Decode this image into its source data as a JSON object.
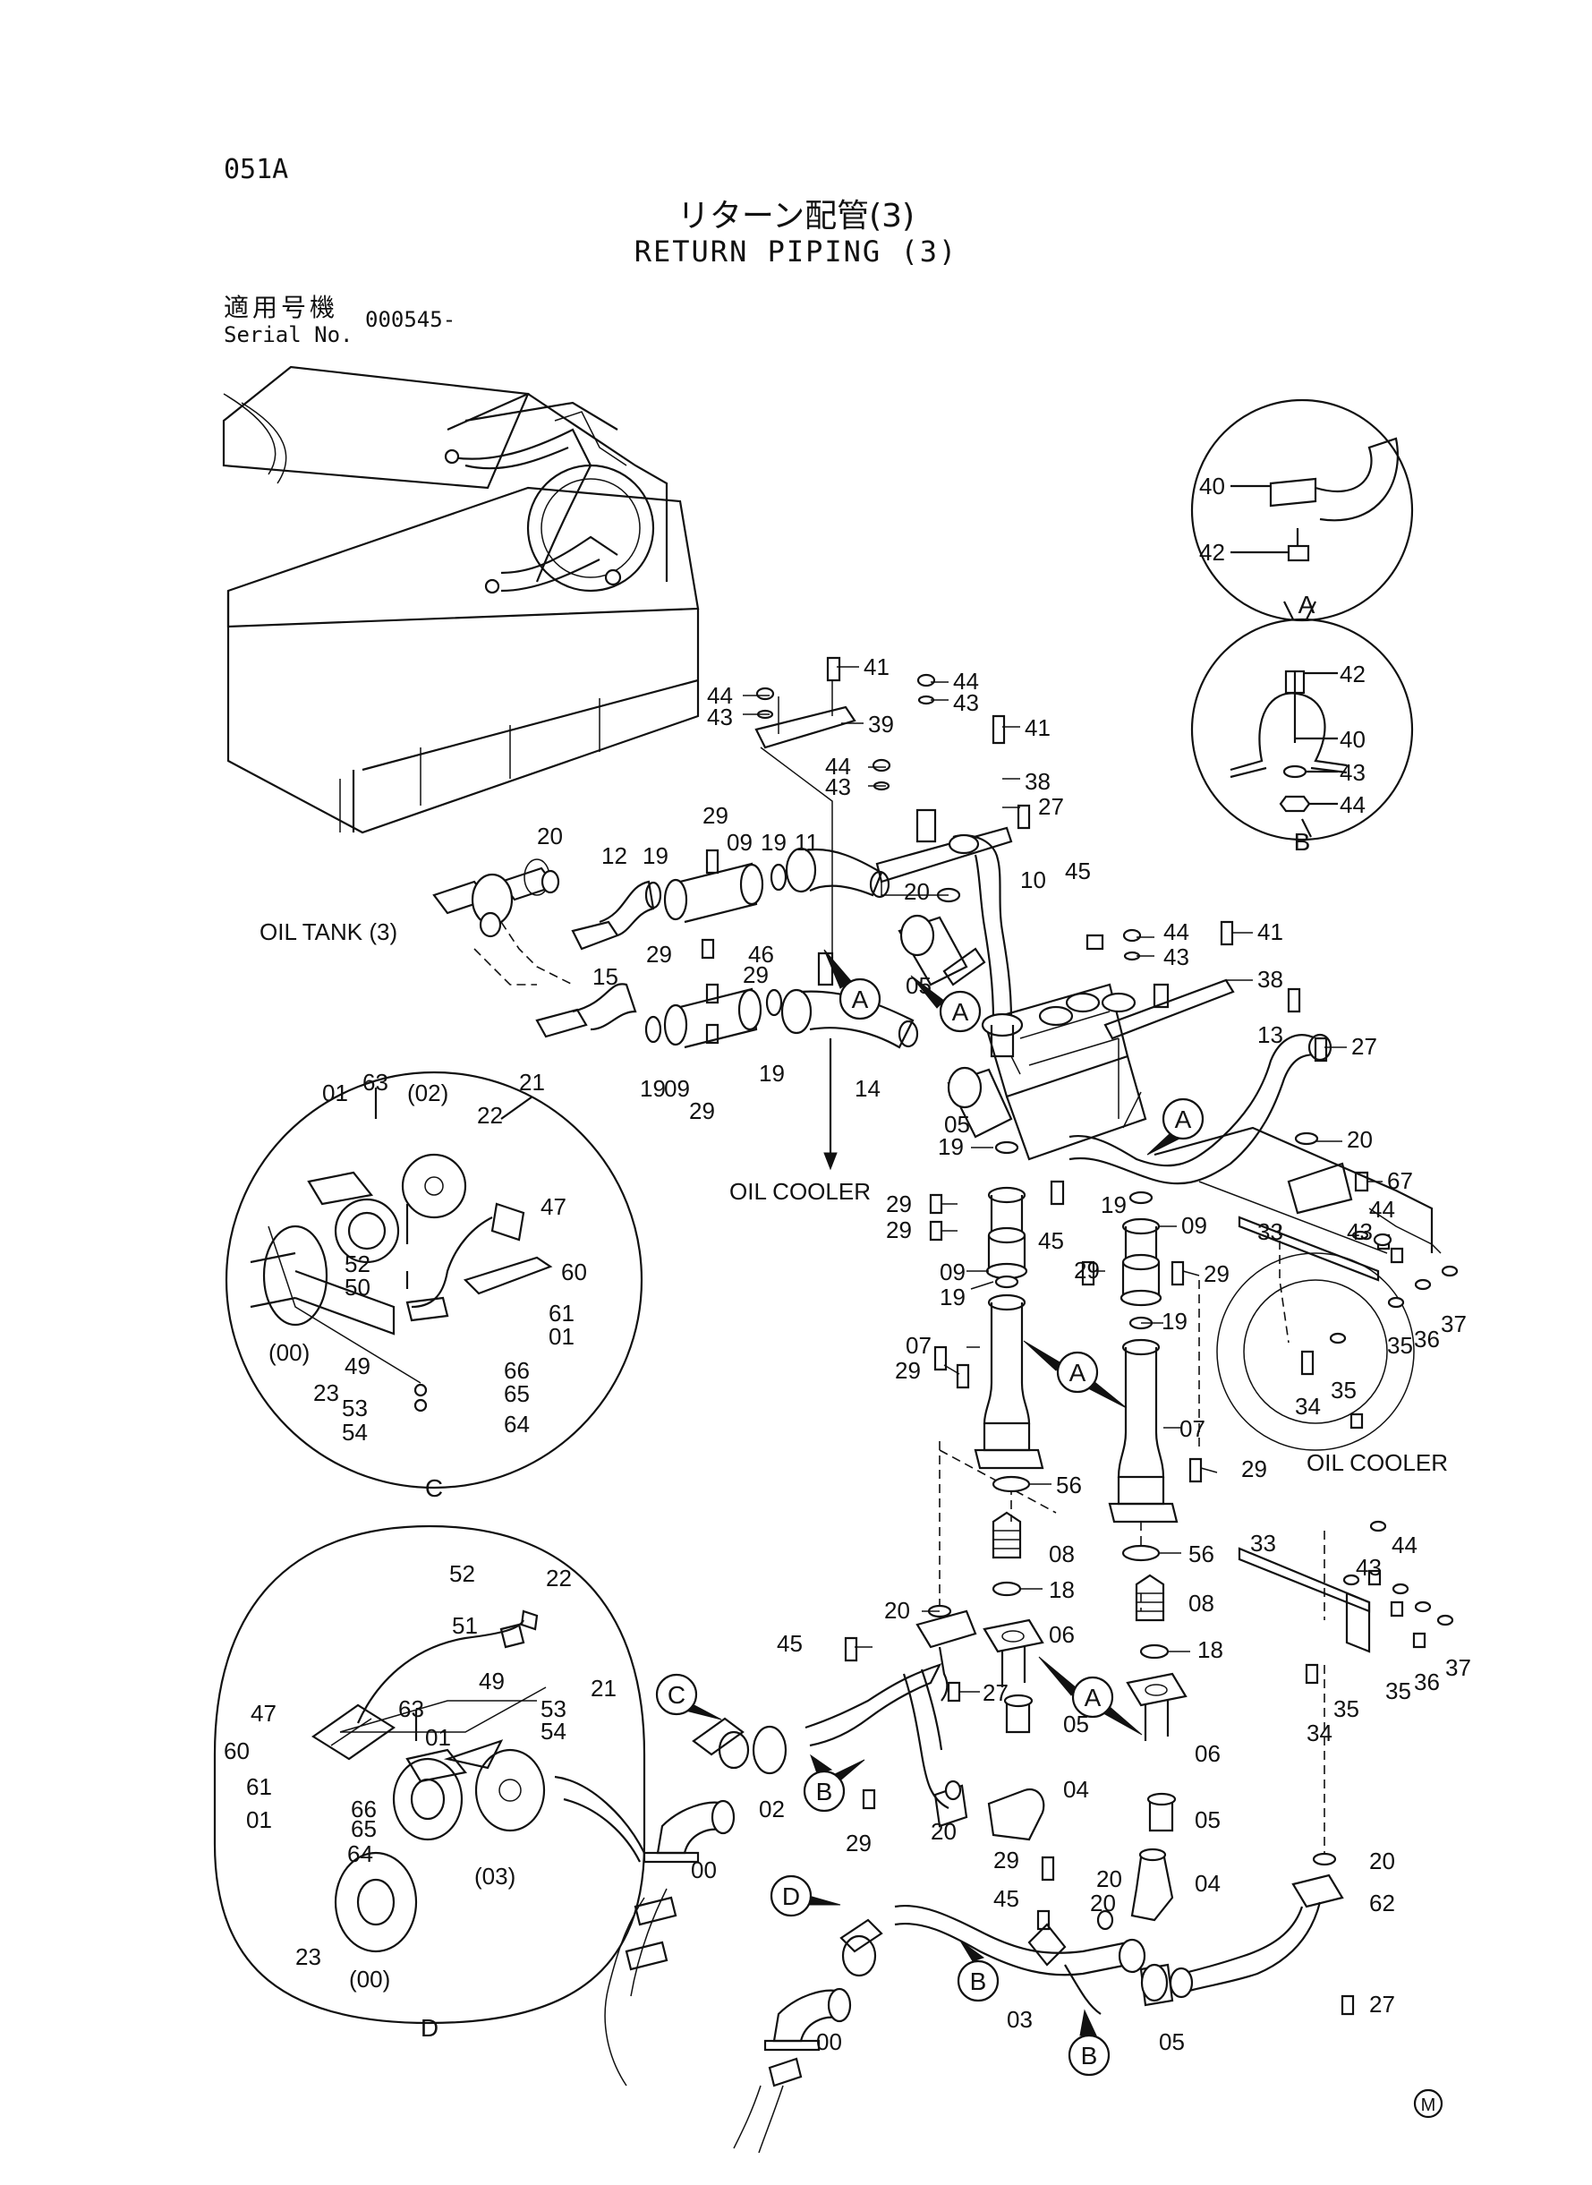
{
  "header": {
    "page_code": "051A",
    "title_jp": "リターン配管(3)",
    "title_en": "RETURN PIPING (3)",
    "serial_label_jp": "適用号機",
    "serial_label_en": "Serial No.",
    "serial_value": "000545-"
  },
  "annotations": {
    "oil_tank": "OIL TANK (3)",
    "oil_cooler_1": "OIL COOLER",
    "oil_cooler_2": "OIL COOLER",
    "mark": "M"
  },
  "detail_views": {
    "a": "A",
    "b": "B",
    "c": "C",
    "d": "D"
  },
  "callouts": [
    {
      "id": "A",
      "label": "A"
    },
    {
      "id": "A",
      "label": "A"
    },
    {
      "id": "A",
      "label": "A"
    },
    {
      "id": "A",
      "label": "A"
    },
    {
      "id": "A",
      "label": "A"
    },
    {
      "id": "B",
      "label": "B"
    },
    {
      "id": "B",
      "label": "B"
    },
    {
      "id": "B",
      "label": "B"
    },
    {
      "id": "C",
      "label": "C"
    },
    {
      "id": "D",
      "label": "D"
    }
  ],
  "part_labels": {
    "detail_a": [
      "40",
      "42"
    ],
    "detail_b": [
      "42",
      "40",
      "43",
      "44"
    ],
    "detail_c": [
      "01",
      "63",
      "(02)",
      "22",
      "21",
      "47",
      "52",
      "60",
      "50",
      "61",
      "01",
      "(00)",
      "49",
      "66",
      "65",
      "23",
      "53",
      "54",
      "64"
    ],
    "detail_d": [
      "52",
      "22",
      "51",
      "21",
      "49",
      "53",
      "54",
      "47",
      "63",
      "01",
      "60",
      "61",
      "66",
      "01",
      "65",
      "64",
      "23",
      "(00)",
      "(03)"
    ],
    "main": [
      "41",
      "44",
      "43",
      "39",
      "44",
      "43",
      "41",
      "44",
      "43",
      "38",
      "27",
      "20",
      "12",
      "19",
      "29",
      "09",
      "19",
      "11",
      "10",
      "45",
      "20",
      "29",
      "46",
      "05",
      "44",
      "41",
      "43",
      "38",
      "15",
      "29",
      "19",
      "09",
      "29",
      "19",
      "14",
      "13",
      "05",
      "27",
      "19",
      "20",
      "67",
      "29",
      "29",
      "45",
      "19",
      "33",
      "44",
      "43",
      "09",
      "09",
      "29",
      "29",
      "19",
      "19",
      "37",
      "36",
      "35",
      "07",
      "34",
      "35",
      "29",
      "07",
      "29",
      "56",
      "08",
      "20",
      "56",
      "18",
      "44",
      "43",
      "45",
      "06",
      "08",
      "18",
      "33",
      "37",
      "36",
      "35",
      "27",
      "35",
      "05",
      "06",
      "34",
      "04",
      "02",
      "29",
      "20",
      "05",
      "00",
      "20",
      "29",
      "45",
      "20",
      "04",
      "62",
      "20",
      "27",
      "03",
      "05",
      "00"
    ]
  }
}
